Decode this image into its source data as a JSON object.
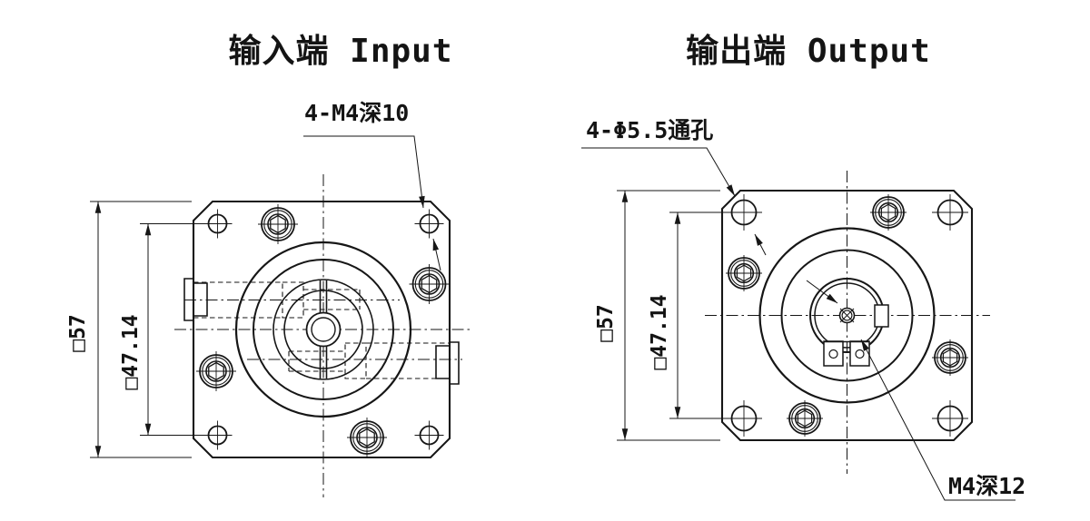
{
  "style": {
    "line_color": "#161616",
    "background": "#ffffff"
  },
  "input_view": {
    "title": "输入端 Input",
    "labels": {
      "corner_holes": "4-M4深10",
      "outer_square": "□57",
      "bolt_spacing": "□47.14"
    }
  },
  "output_view": {
    "title": "输出端 Output",
    "labels": {
      "corner_holes": "4-Φ5.5通孔",
      "center_tap": "M4深12",
      "outer_square": "□57",
      "bolt_spacing": "□47.14"
    }
  }
}
